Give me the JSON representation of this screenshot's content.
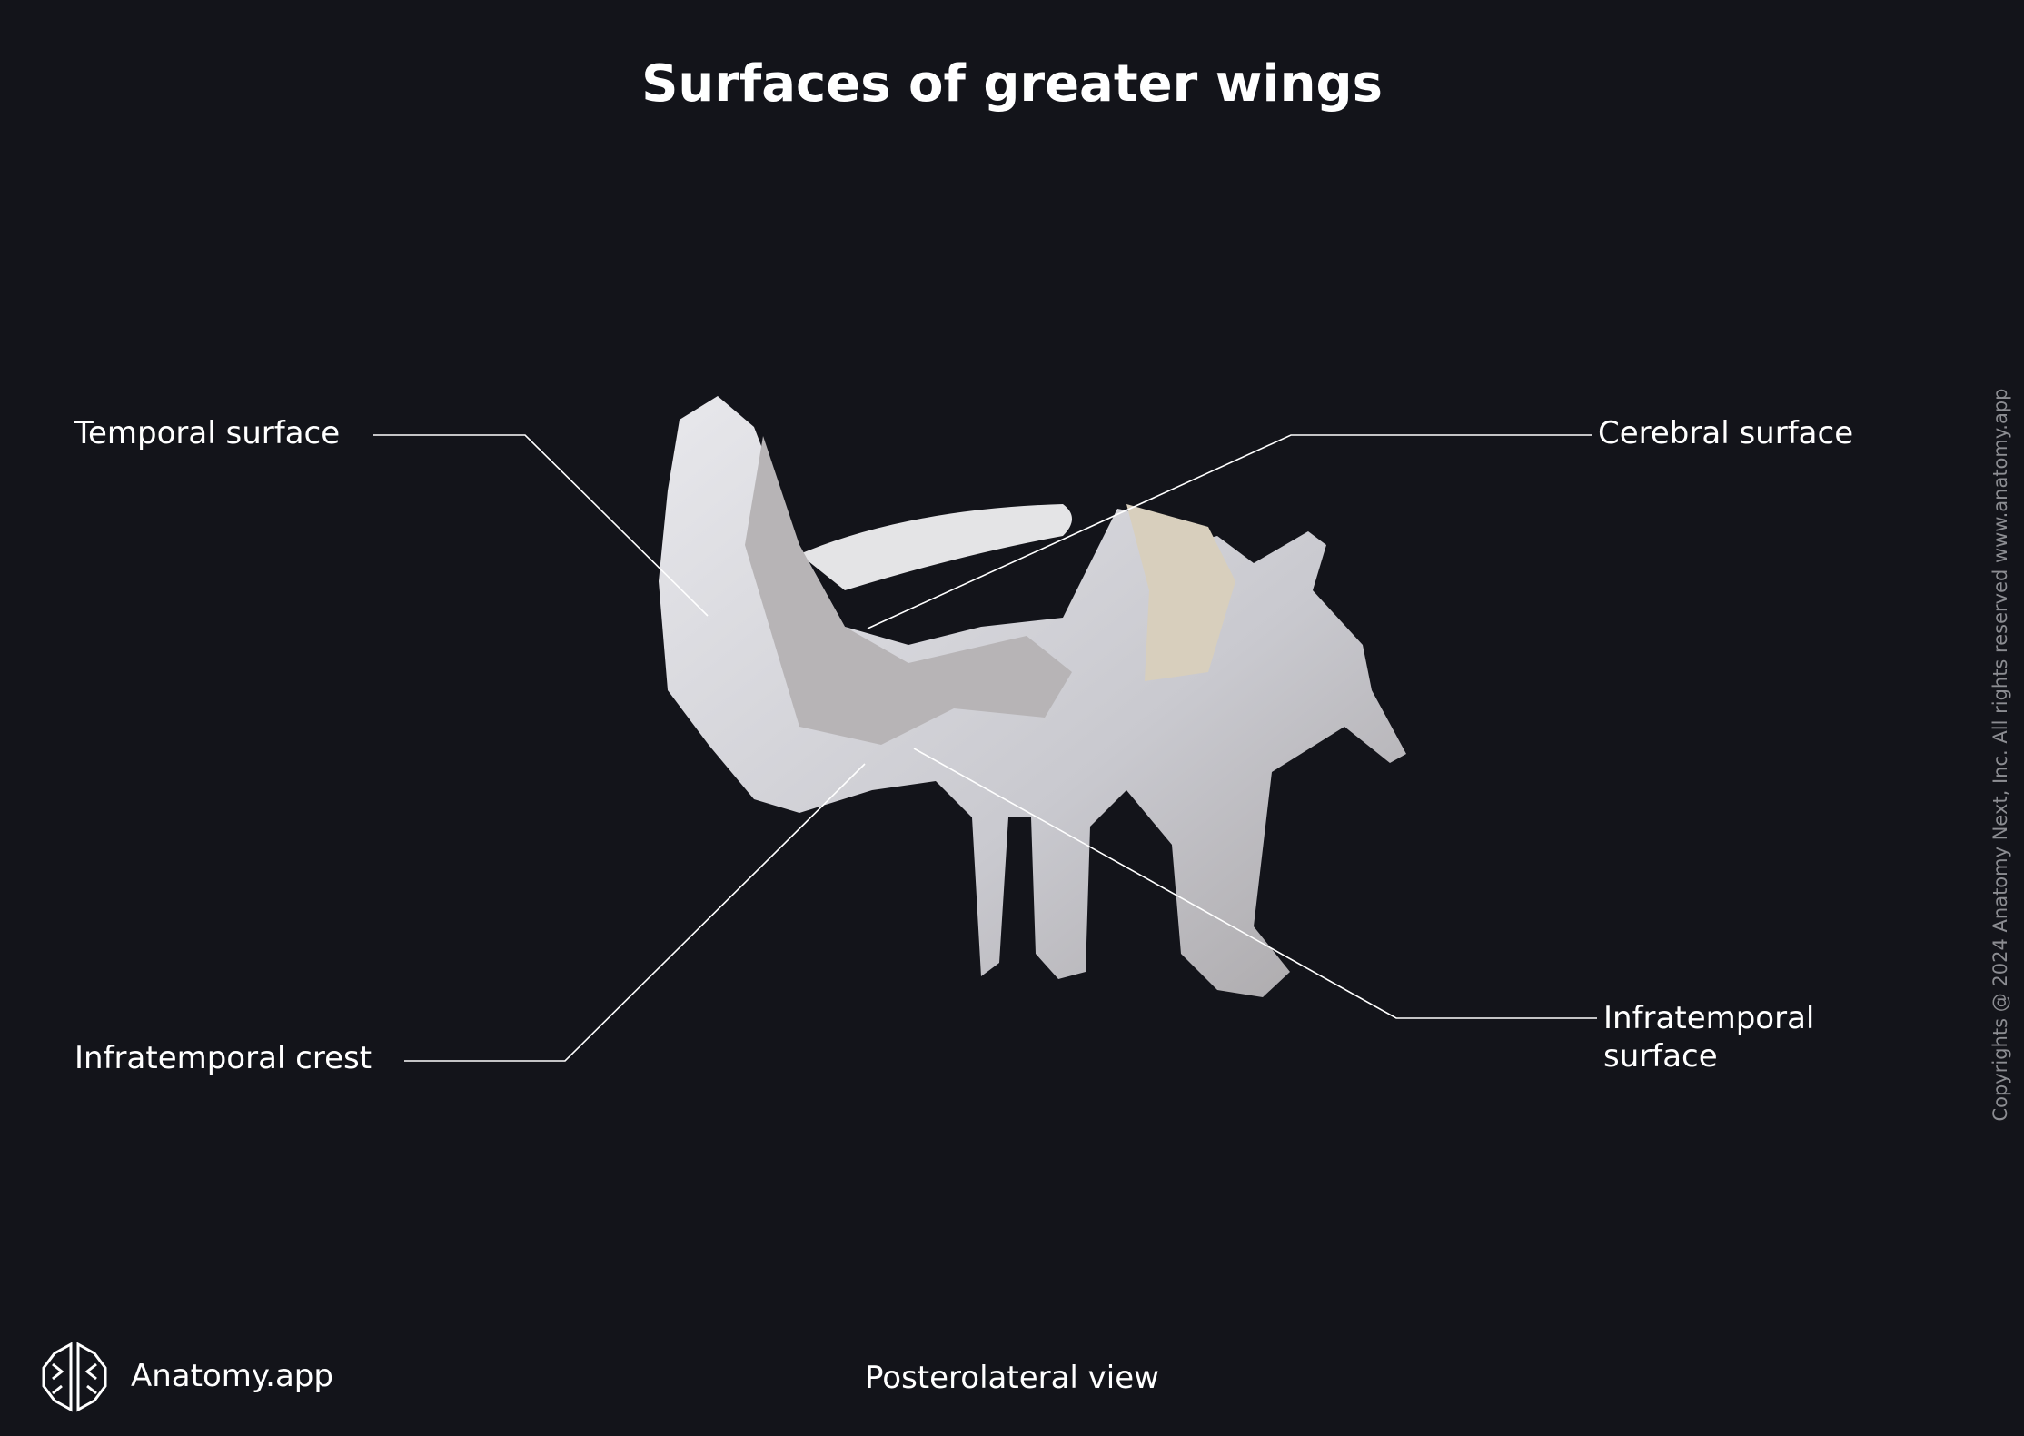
{
  "title": "Surfaces of greater wings",
  "labels": {
    "temporal_surface": "Temporal surface",
    "cerebral_surface": "Cerebral surface",
    "infratemporal_crest": "Infratemporal crest",
    "infratemporal_surface_line1": "Infratemporal",
    "infratemporal_surface_line2": "surface"
  },
  "footer": {
    "brand": "Anatomy.app",
    "view": "Posterolateral view",
    "copyright": "Copyrights @ 2024 Anatomy Next, Inc. All rights reserved www.anatomy.app"
  },
  "colors": {
    "background": "#13141a",
    "bone": "#d9d9dc",
    "leader": "#ffffff"
  }
}
